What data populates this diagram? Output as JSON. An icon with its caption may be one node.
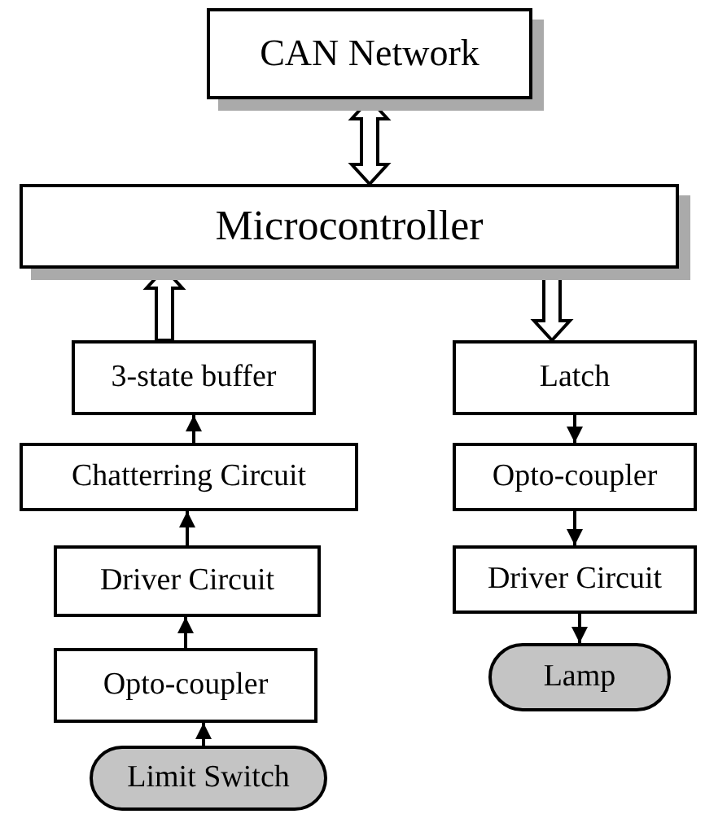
{
  "diagram": {
    "nodes": [
      {
        "text": [
          "CAN Network"
        ]
      },
      {
        "text": [
          "Microcontroller"
        ]
      },
      {
        "text": [
          "3-state buffer"
        ]
      },
      {
        "text": [
          "Chatterring Circuit"
        ]
      },
      {
        "text": [
          "Driver Circuit"
        ]
      },
      {
        "text": [
          "Opto-coupler"
        ]
      },
      {
        "text": [
          "Limit Switch"
        ]
      },
      {
        "text": [
          "Latch"
        ]
      },
      {
        "text": [
          "Opto-coupler"
        ]
      },
      {
        "text": [
          "Driver Circuit"
        ]
      },
      {
        "text": [
          "Lamp"
        ]
      }
    ],
    "edges": [
      {
        "from": 0,
        "to": 1,
        "arrow": "both",
        "style": "thick"
      },
      {
        "from": 2,
        "to": 1,
        "arrow": "to",
        "style": "thick"
      },
      {
        "from": 1,
        "to": 7,
        "arrow": "to",
        "style": "thick"
      },
      {
        "from": 3,
        "to": 2,
        "arrow": "to"
      },
      {
        "from": 4,
        "to": 3,
        "arrow": "to"
      },
      {
        "from": 5,
        "to": 4,
        "arrow": "to"
      },
      {
        "from": 6,
        "to": 5,
        "arrow": "to"
      },
      {
        "from": 7,
        "to": 8,
        "arrow": "to"
      },
      {
        "from": 8,
        "to": 9,
        "arrow": "to"
      },
      {
        "from": 9,
        "to": 10,
        "arrow": "to"
      }
    ]
  }
}
